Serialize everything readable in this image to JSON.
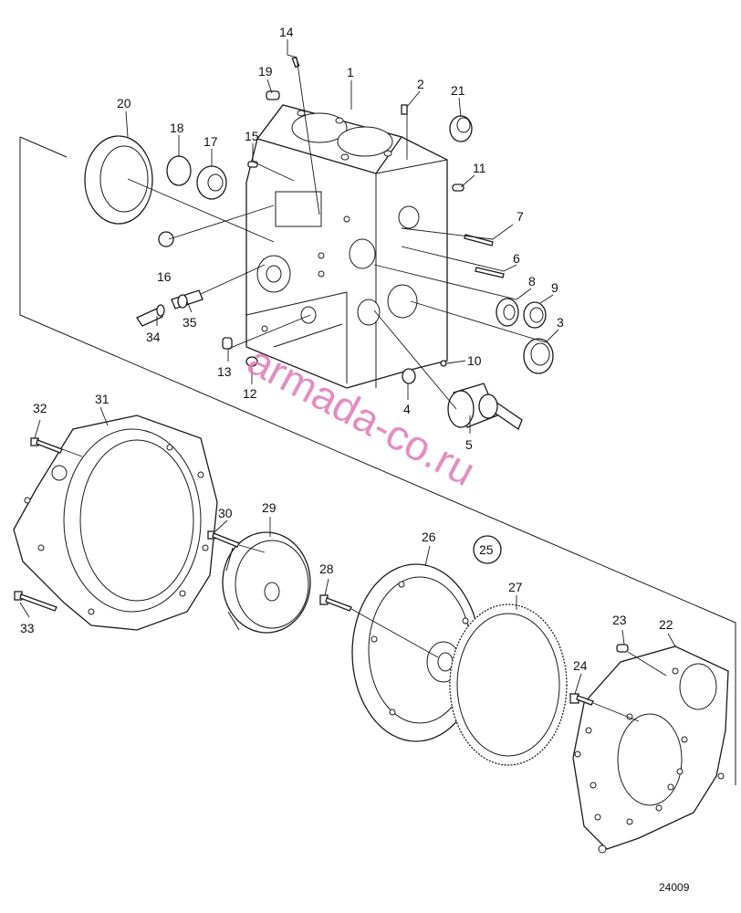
{
  "callouts": [
    {
      "label": "1"
    },
    {
      "label": "2"
    },
    {
      "label": "3"
    },
    {
      "label": "4"
    },
    {
      "label": "5"
    },
    {
      "label": "6"
    },
    {
      "label": "7"
    },
    {
      "label": "8"
    },
    {
      "label": "9"
    },
    {
      "label": "10"
    },
    {
      "label": "11"
    },
    {
      "label": "12"
    },
    {
      "label": "13"
    },
    {
      "label": "14"
    },
    {
      "label": "15"
    },
    {
      "label": "16"
    },
    {
      "label": "17"
    },
    {
      "label": "18"
    },
    {
      "label": "19"
    },
    {
      "label": "20"
    },
    {
      "label": "21"
    },
    {
      "label": "22"
    },
    {
      "label": "23"
    },
    {
      "label": "24"
    },
    {
      "label": "25"
    },
    {
      "label": "26"
    },
    {
      "label": "27"
    },
    {
      "label": "28"
    },
    {
      "label": "29"
    },
    {
      "label": "30"
    },
    {
      "label": "31"
    },
    {
      "label": "32"
    },
    {
      "label": "33"
    },
    {
      "label": "34"
    },
    {
      "label": "35"
    }
  ],
  "figure_number": "24009",
  "watermark": "armada-co.ru",
  "colors": {
    "line": "#1a1a1a",
    "watermark": "#e07ab8",
    "background": "#ffffff"
  }
}
